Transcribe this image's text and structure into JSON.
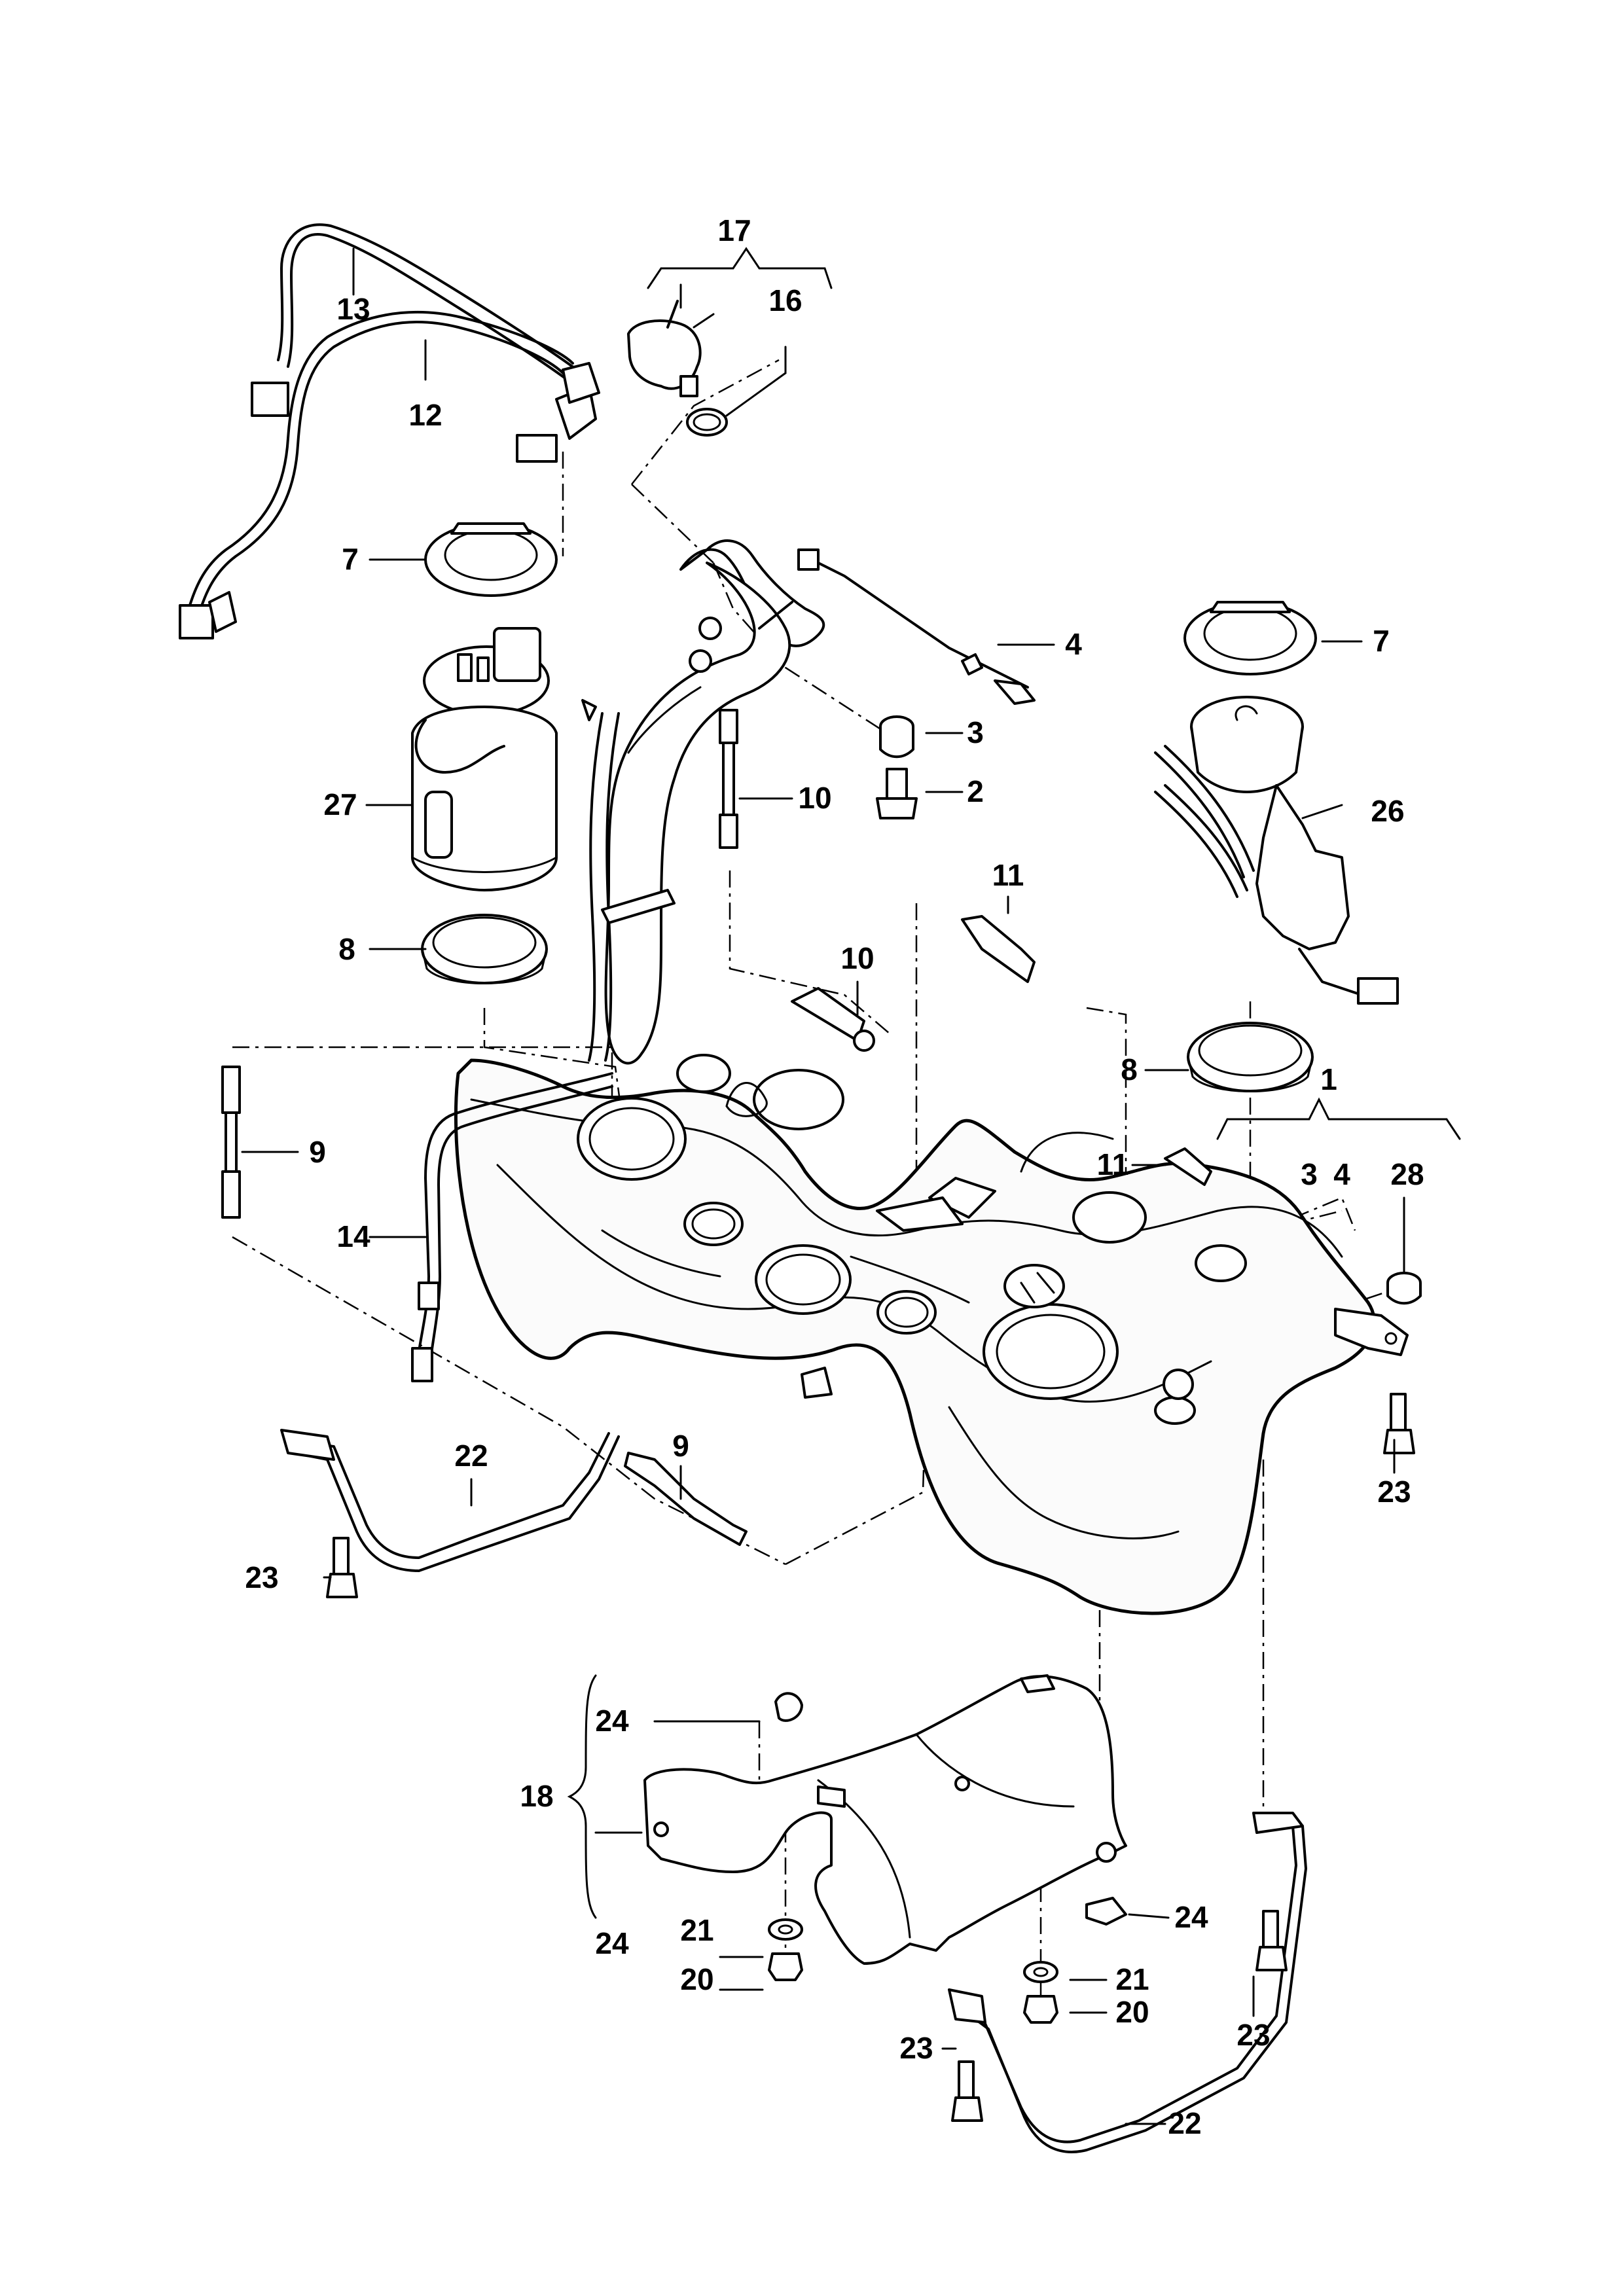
{
  "labels": {
    "l1": "1",
    "l2": "2",
    "l3a": "3",
    "l3b": "3",
    "l4a": "4",
    "l4b": "4",
    "l7a": "7",
    "l7b": "7",
    "l8a": "8",
    "l8b": "8",
    "l9a": "9",
    "l9b": "9",
    "l10a": "10",
    "l10b": "10",
    "l11a": "11",
    "l11b": "11",
    "l12": "12",
    "l13": "13",
    "l14": "14",
    "l16": "16",
    "l17": "17",
    "l18": "18",
    "l20a": "20",
    "l20b": "20",
    "l21a": "21",
    "l21b": "21",
    "l22a": "22",
    "l22b": "22",
    "l23a": "23",
    "l23b": "23",
    "l23c": "23",
    "l23d": "23",
    "l24a": "24",
    "l24b": "24",
    "l24c": "24",
    "l26": "26",
    "l27": "27",
    "l28": "28"
  }
}
